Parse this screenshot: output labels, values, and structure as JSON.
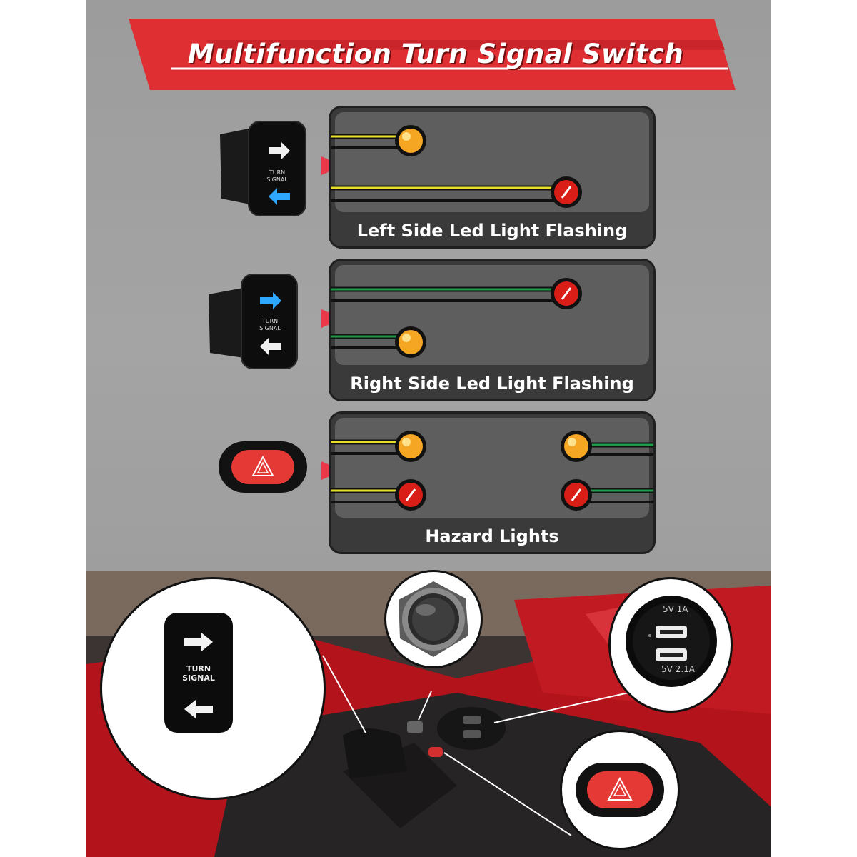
{
  "title": "Multifunction Turn Signal Switch",
  "panels": [
    {
      "label": "Left Side Led Light Flashing"
    },
    {
      "label": "Right Side Led Light Flashing"
    },
    {
      "label": "Hazard Lights"
    }
  ],
  "switch_text": {
    "line1": "TURN",
    "line2": "SIGNAL"
  },
  "usb": {
    "top": "5V  1A",
    "bottom": "5V  2.1A"
  },
  "colors": {
    "banner_red": "#e02f33",
    "amber_light": "#f5a623",
    "red_light": "#d91e18",
    "yellow_wire": "#e6e02a",
    "green_wire": "#1f9a4a",
    "blue_led": "#2ea8ff",
    "hazard_red": "#e53935"
  }
}
